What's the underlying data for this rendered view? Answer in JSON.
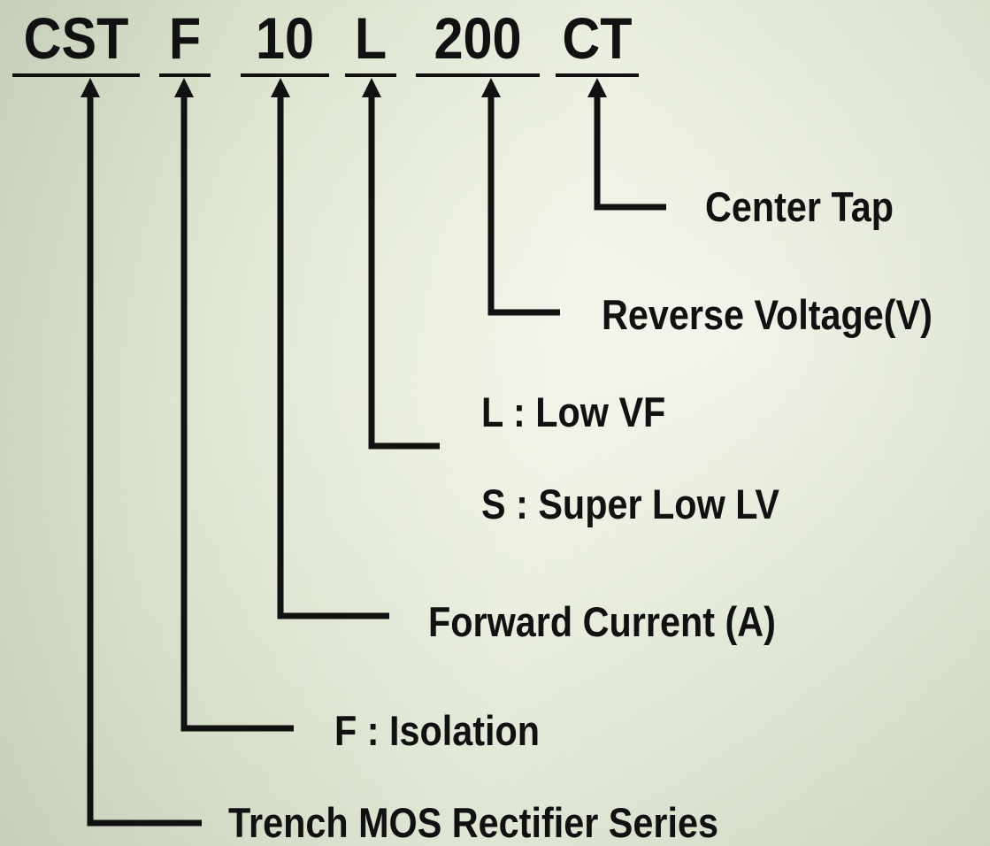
{
  "code_segments": [
    "CST",
    "F",
    "10",
    "L",
    "200",
    "CT"
  ],
  "labels": {
    "center_tap": "Center Tap",
    "reverse_voltage": "Reverse Voltage(V)",
    "low_vf": "L : Low VF",
    "super_low": "S : Super Low LV",
    "forward_current": "Forward Current (A)",
    "isolation": "F : Isolation",
    "series": "Trench MOS Rectifier Series"
  },
  "colors": {
    "ink": "#111111",
    "background": "#e6ecd9"
  }
}
